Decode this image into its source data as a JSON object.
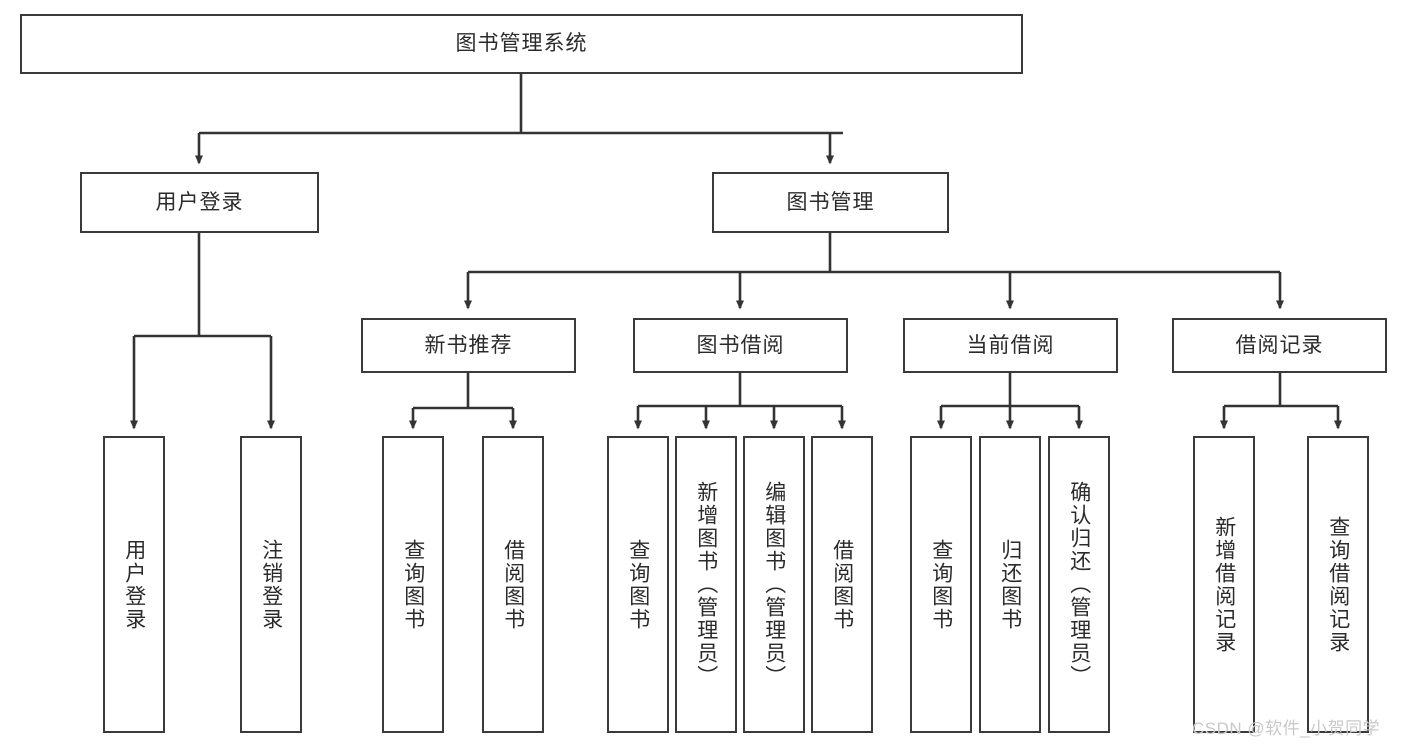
{
  "diagram": {
    "title": "图书管理系统",
    "root": {
      "id": "root",
      "label": "图书管理系统",
      "orientation": "horizontal"
    },
    "level1": [
      {
        "id": "user-login",
        "label": "用户登录",
        "orientation": "horizontal"
      },
      {
        "id": "book-management",
        "label": "图书管理",
        "orientation": "horizontal"
      }
    ],
    "level2": [
      {
        "id": "new-book-recommend",
        "label": "新书推荐",
        "orientation": "horizontal",
        "parent": "book-management"
      },
      {
        "id": "book-borrow",
        "label": "图书借阅",
        "orientation": "horizontal",
        "parent": "book-management"
      },
      {
        "id": "current-borrow",
        "label": "当前借阅",
        "orientation": "horizontal",
        "parent": "book-management"
      },
      {
        "id": "borrow-record",
        "label": "借阅记录",
        "orientation": "horizontal",
        "parent": "book-management"
      }
    ],
    "leaves": [
      {
        "id": "leaf-user-login",
        "label": "用户登录",
        "orientation": "vertical",
        "parent": "user-login"
      },
      {
        "id": "leaf-logout",
        "label": "注销登录",
        "orientation": "vertical",
        "parent": "user-login"
      },
      {
        "id": "leaf-query-book-1",
        "label": "查询图书",
        "orientation": "vertical",
        "parent": "new-book-recommend"
      },
      {
        "id": "leaf-borrow-book-1",
        "label": "借阅图书",
        "orientation": "vertical",
        "parent": "new-book-recommend"
      },
      {
        "id": "leaf-query-book-2",
        "label": "查询图书",
        "orientation": "vertical",
        "parent": "book-borrow"
      },
      {
        "id": "leaf-add-book",
        "label": "新增图书（管理员）",
        "orientation": "vertical",
        "parent": "book-borrow"
      },
      {
        "id": "leaf-edit-book",
        "label": "编辑图书（管理员）",
        "orientation": "vertical",
        "parent": "book-borrow"
      },
      {
        "id": "leaf-borrow-book-2",
        "label": "借阅图书",
        "orientation": "vertical",
        "parent": "book-borrow"
      },
      {
        "id": "leaf-query-book-3",
        "label": "查询图书",
        "orientation": "vertical",
        "parent": "current-borrow"
      },
      {
        "id": "leaf-return-book",
        "label": "归还图书",
        "orientation": "vertical",
        "parent": "current-borrow"
      },
      {
        "id": "leaf-confirm-return",
        "label": "确认归还（管理员）",
        "orientation": "vertical",
        "parent": "current-borrow"
      },
      {
        "id": "leaf-add-record",
        "label": "新增借阅记录",
        "orientation": "vertical",
        "parent": "borrow-record"
      },
      {
        "id": "leaf-query-record",
        "label": "查询借阅记录",
        "orientation": "vertical",
        "parent": "borrow-record"
      }
    ],
    "colors": {
      "border": "#3a3a3a",
      "text": "#2b2b2b",
      "background": "#ffffff",
      "connector": "#333333",
      "watermark": "#c9c9c9"
    }
  },
  "watermark": {
    "text": "CSDN @软件_小贺同学"
  }
}
